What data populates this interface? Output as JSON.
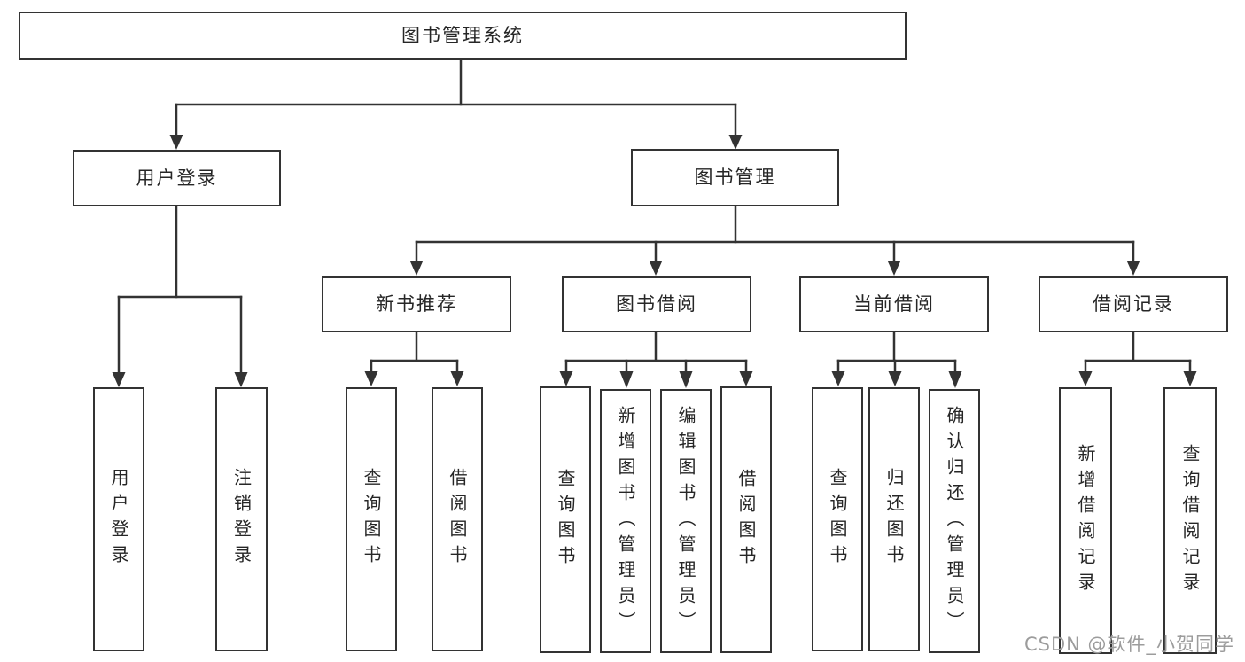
{
  "diagram": {
    "nodes": {
      "root": {
        "label": "图书管理系统"
      },
      "user_login": {
        "label": "用户登录"
      },
      "book_mgmt": {
        "label": "图书管理"
      },
      "new_book_rec": {
        "label": "新书推荐"
      },
      "book_borrow": {
        "label": "图书借阅"
      },
      "current_borrow": {
        "label": "当前借阅"
      },
      "borrow_record": {
        "label": "借阅记录"
      },
      "login": {
        "label": "用户登录"
      },
      "logout": {
        "label": "注销登录"
      },
      "rec_query_book": {
        "label": "查询图书"
      },
      "rec_borrow_book": {
        "label": "借阅图书"
      },
      "bb_query_book": {
        "label": "查询图书"
      },
      "bb_add_book": {
        "label": "新增图书（管理员）"
      },
      "bb_edit_book": {
        "label": "编辑图书（管理员）"
      },
      "bb_borrow_book": {
        "label": "借阅图书"
      },
      "cb_query_book": {
        "label": "查询图书"
      },
      "cb_return_book": {
        "label": "归还图书"
      },
      "cb_confirm": {
        "label": "确认归还（管理员）"
      },
      "br_add_record": {
        "label": "新增借阅记录"
      },
      "br_query_record": {
        "label": "查询借阅记录"
      }
    },
    "hierarchy": {
      "图书管理系统": {
        "用户登录": [
          "用户登录",
          "注销登录"
        ],
        "图书管理": {
          "新书推荐": [
            "查询图书",
            "借阅图书"
          ],
          "图书借阅": [
            "查询图书",
            "新增图书（管理员）",
            "编辑图书（管理员）",
            "借阅图书"
          ],
          "当前借阅": [
            "查询图书",
            "归还图书",
            "确认归还（管理员）"
          ],
          "借阅记录": [
            "新增借阅记录",
            "查询借阅记录"
          ]
        }
      }
    },
    "colors": {
      "line": "#333333",
      "box_border": "#333333",
      "text": "#262626",
      "watermark": "#9c9c9c",
      "background": "#ffffff"
    },
    "watermark": {
      "text": "CSDN @软件_小贺同学"
    }
  }
}
